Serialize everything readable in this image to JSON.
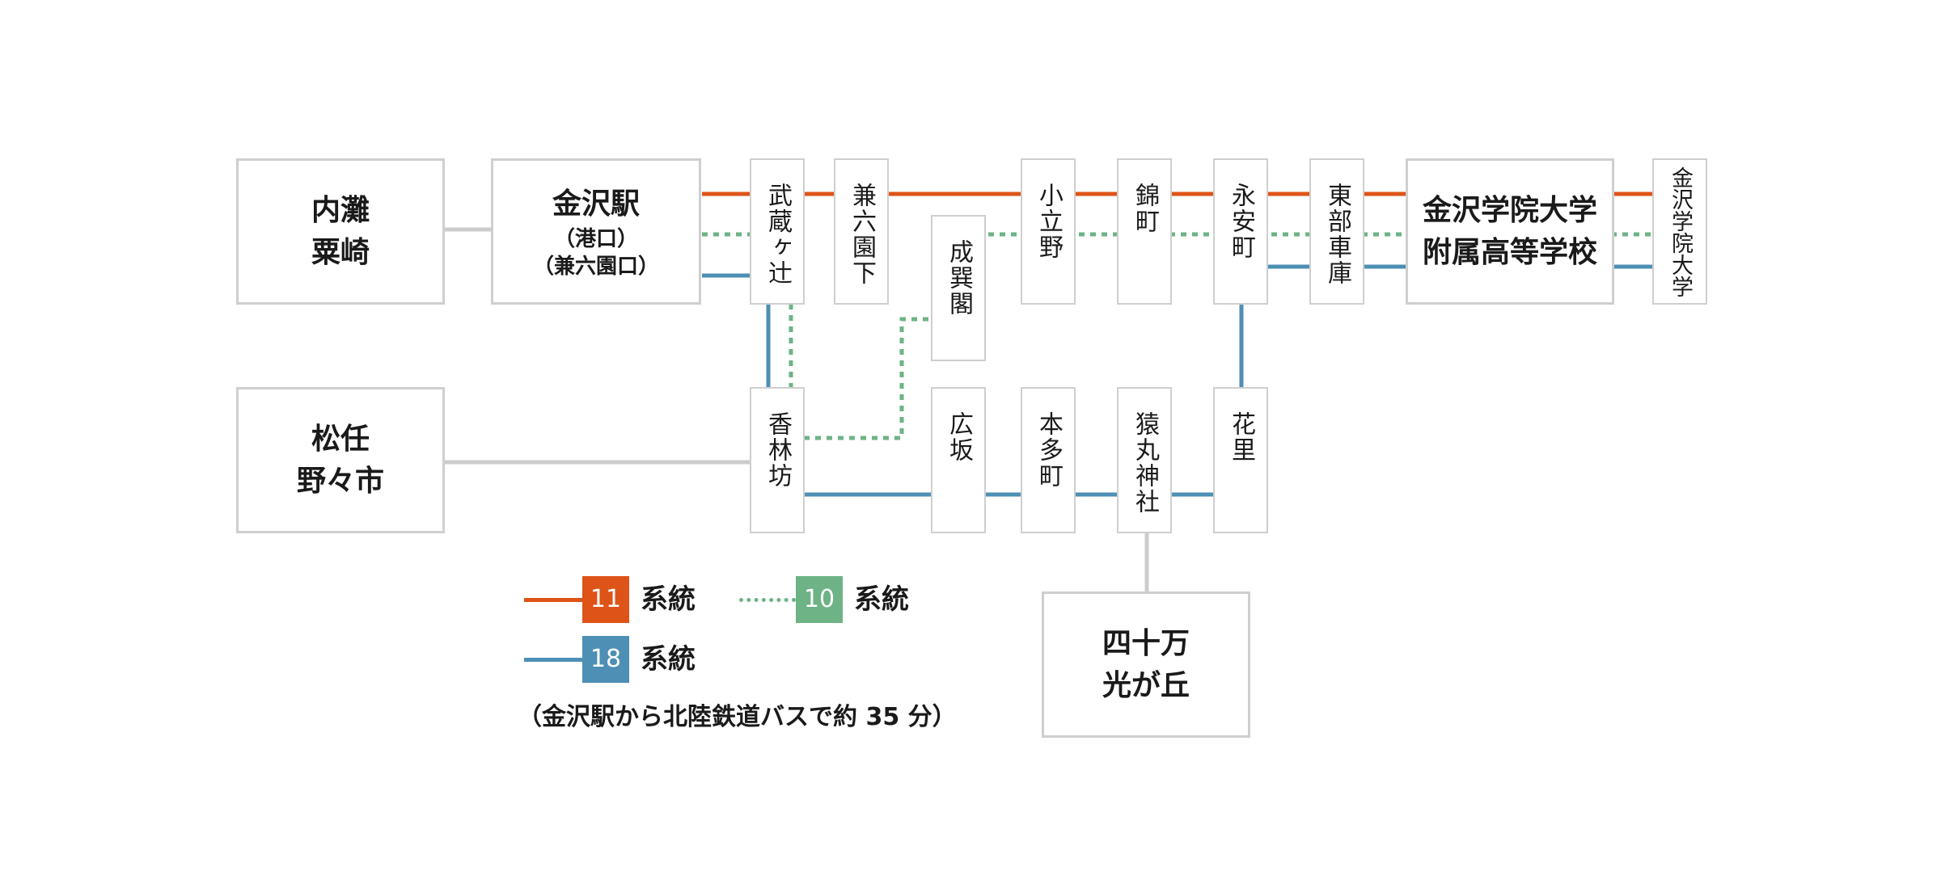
{
  "colors": {
    "route11": "#de5317",
    "route10": "#6db386",
    "route18": "#4d8fb5",
    "connector": "#cccccc",
    "box_border": "#cfcfcf"
  },
  "hubs": {
    "uchinada": {
      "lines": [
        "内灘",
        "粟崎"
      ]
    },
    "kanazawa_st": {
      "lines": [
        "金沢駅"
      ],
      "sub": [
        "（港口）",
        "（兼六園口）"
      ]
    },
    "matsuto": {
      "lines": [
        "松任",
        "野々市"
      ]
    },
    "kanazawa_gakuin_hs": {
      "lines": [
        "金沢学院大学",
        "附属高等学校"
      ]
    },
    "yonjuman": {
      "lines": [
        "四十万",
        "光が丘"
      ]
    }
  },
  "stops": {
    "musashigatsuji": "武蔵ヶ辻",
    "kenrokuen_shita": "兼六園下",
    "seisonkaku": "成巽閣",
    "kotatsuno": "小立野",
    "nishikimachi": "錦町",
    "eiyasumachi": "永安町",
    "tobu_shako": "東部車庫",
    "kanazawa_gakuin_univ": "金沢学院大学",
    "korinbo": "香林坊",
    "hirosaka": "広坂",
    "hondamachi": "本多町",
    "saruma_jinja": "猿丸神社",
    "hanasato": "花里"
  },
  "legend": {
    "r11": {
      "number": "11",
      "label": "系統"
    },
    "r10": {
      "number": "10",
      "label": "系統"
    },
    "r18": {
      "number": "18",
      "label": "系統"
    },
    "note": "（金沢駅から北陸鉄道バスで約 35 分）"
  }
}
